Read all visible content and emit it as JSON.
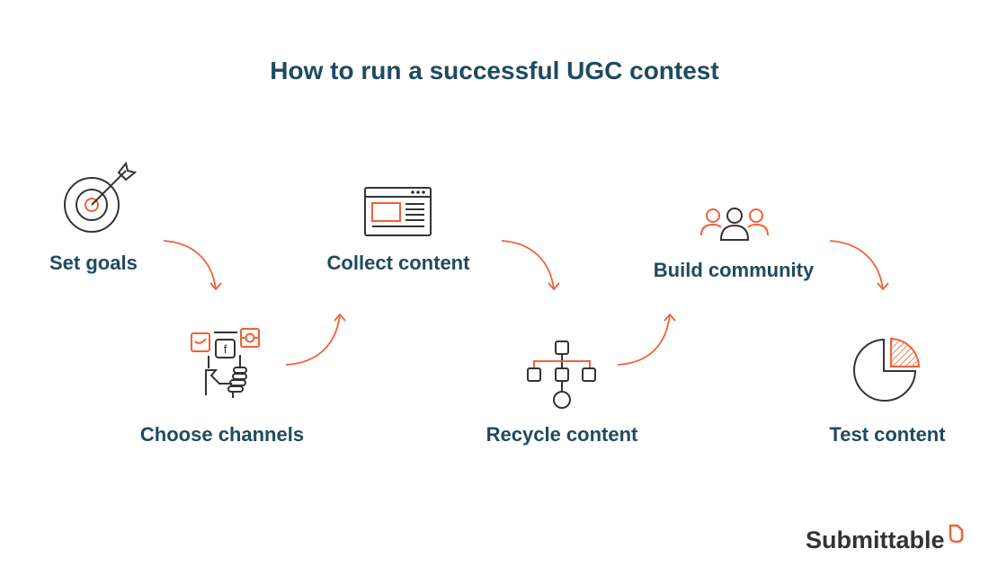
{
  "title": "How to run a successful UGC contest",
  "steps": [
    {
      "label": "Set goals",
      "icon": "target-icon"
    },
    {
      "label": "Choose channels",
      "icon": "social-phone-icon"
    },
    {
      "label": "Collect content",
      "icon": "browser-window-icon"
    },
    {
      "label": "Recycle content",
      "icon": "hierarchy-icon"
    },
    {
      "label": "Build community",
      "icon": "people-icon"
    },
    {
      "label": "Test content",
      "icon": "pie-chart-icon"
    }
  ],
  "brand": {
    "name": "Submittable"
  },
  "colors": {
    "text": "#1f4a60",
    "accent": "#f0613a",
    "icon": "#333333"
  }
}
